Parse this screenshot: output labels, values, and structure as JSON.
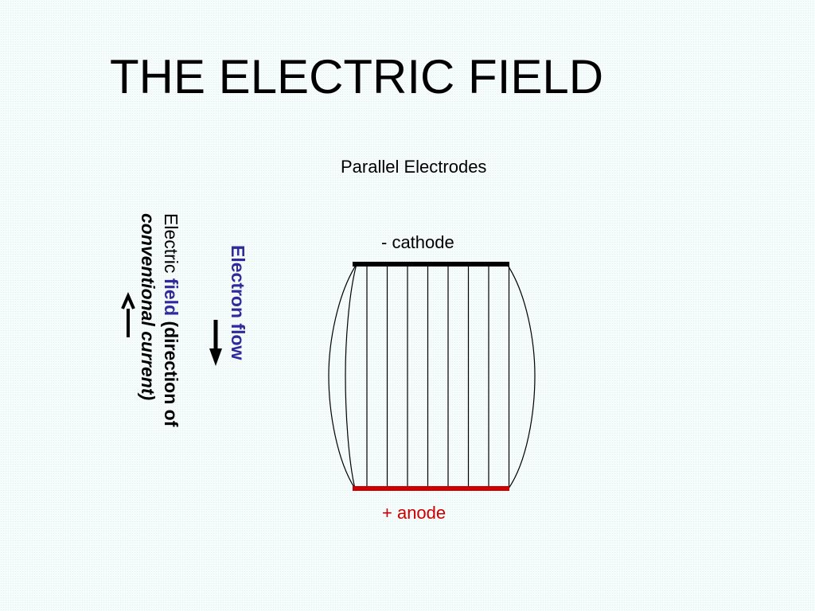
{
  "slide": {
    "title": "THE ELECTRIC FIELD",
    "subtitle": "Parallel Electrodes"
  },
  "electrodes": {
    "cathode_label": "- cathode",
    "anode_label": "+ anode",
    "cathode_color": "#000000",
    "anode_color": "#cc0000",
    "field_line_count": 8
  },
  "field_direction": {
    "word_electric": "Electric",
    "word_field": "field",
    "rest_line1": "(direction of",
    "line2": "conventional current)",
    "highlight_color": "#2e2a9c",
    "arrow_icon": "arrow-up-icon"
  },
  "electron_flow": {
    "label": "Electron flow",
    "color": "#2e2a9c",
    "arrow_icon": "arrow-down-icon"
  }
}
